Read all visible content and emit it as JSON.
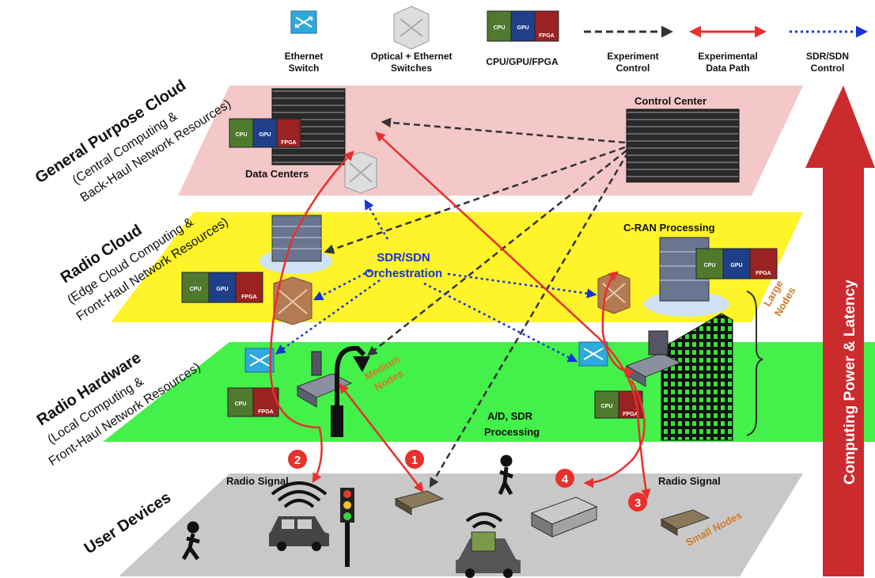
{
  "legend": [
    {
      "id": "ethernet",
      "lines": [
        "Ethernet",
        "Switch"
      ]
    },
    {
      "id": "optical",
      "lines": [
        "Optical + Ethernet",
        "Switches"
      ]
    },
    {
      "id": "compute",
      "lines": [
        "CPU/GPU/FPGA"
      ]
    },
    {
      "id": "exp-control",
      "lines": [
        "Experiment",
        "Control"
      ]
    },
    {
      "id": "exp-data",
      "lines": [
        "Experimental",
        "Data Path"
      ]
    },
    {
      "id": "sdr-control",
      "lines": [
        "SDR/SDN",
        "Control"
      ]
    }
  ],
  "layers": [
    {
      "id": "gpc",
      "title": "General Purpose Cloud",
      "sub1": "(Central Computing &",
      "sub2": "Back-Haul Network Resources)"
    },
    {
      "id": "radio-cloud",
      "title": "Radio Cloud",
      "sub1": "(Edge Cloud Computing &",
      "sub2": "Front-Haul Network Resources)"
    },
    {
      "id": "radio-hw",
      "title": "Radio Hardware",
      "sub1": "(Local Computing &",
      "sub2": "Front-Haul Network Resources)"
    },
    {
      "id": "user",
      "title": "User Devices"
    }
  ],
  "labels": {
    "control_center": "Control Center",
    "data_centers": "Data Centers",
    "cran": "C-RAN Processing",
    "sdr_orch_1": "SDR/SDN",
    "sdr_orch_2": "Orchestration",
    "medium_nodes_1": "Medium",
    "medium_nodes_2": "Nodes",
    "large_nodes_1": "Large",
    "large_nodes_2": "Nodes",
    "ad_sdr_1": "A/D, SDR",
    "ad_sdr_2": "Processing",
    "radio_signal_left": "Radio Signal",
    "radio_signal_right": "Radio Signal",
    "small_nodes": "Small Nodes",
    "computing": "Computing Power & Latency",
    "cpu": "CPU",
    "gpu": "GPU",
    "fpga": "FPGA"
  },
  "markers": [
    "1",
    "2",
    "3",
    "4"
  ],
  "colors": {
    "gpc_layer": "#f4c7c8",
    "radio_cloud_layer": "#fff32a",
    "radio_hw_layer": "#44f04a",
    "user_layer": "#c8c8c8",
    "big_arrow": "#cc2b2e",
    "data_path": "#e8302c",
    "sdr_control": "#1434d6",
    "experiment_control": "#333333",
    "orange_text": "#d27a2a",
    "cpu_box": "#4f7a2e",
    "gpu_box": "#1f3f8a",
    "fpga_box": "#9b2222",
    "ethernet_switch": "#2fa9dd"
  }
}
